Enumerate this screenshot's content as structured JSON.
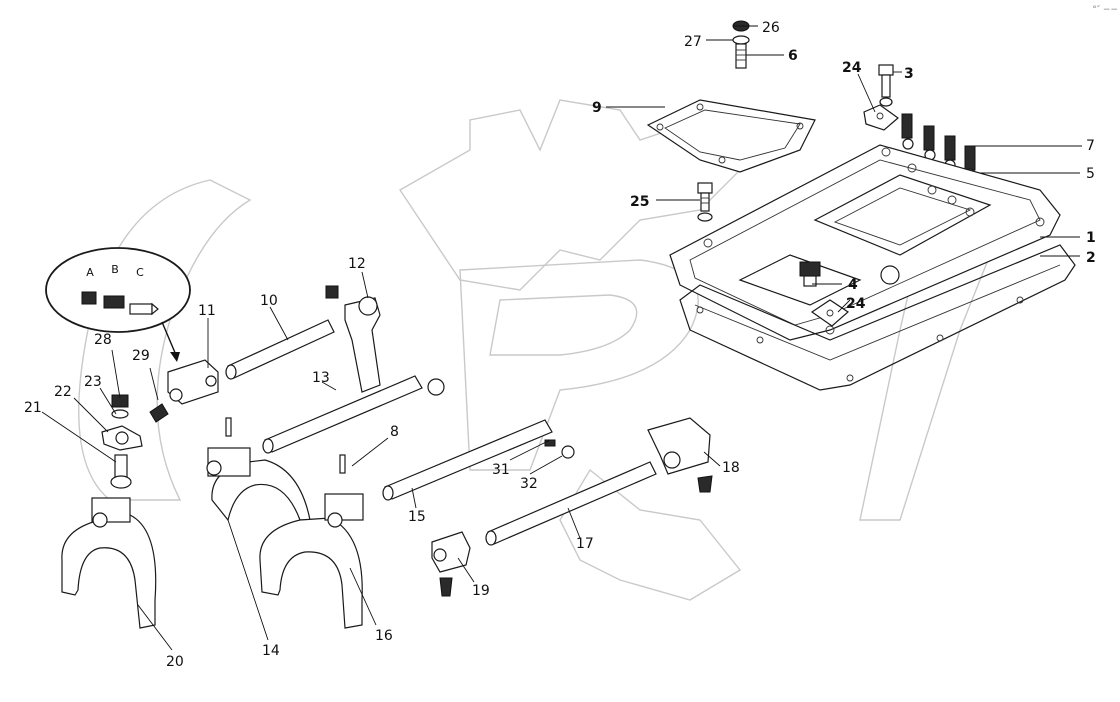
{
  "watermark": {
    "text": "OPEX",
    "color": "#cdcdcd"
  },
  "corner_mark": "°″ −−",
  "callouts": [
    {
      "id": "c1",
      "text": "1",
      "bold": true
    },
    {
      "id": "c2",
      "text": "2",
      "bold": true
    },
    {
      "id": "c3",
      "text": "3",
      "bold": true
    },
    {
      "id": "c4",
      "text": "4",
      "bold": true
    },
    {
      "id": "c5",
      "text": "5",
      "bold": false
    },
    {
      "id": "c6",
      "text": "6",
      "bold": true
    },
    {
      "id": "c7",
      "text": "7",
      "bold": false
    },
    {
      "id": "c8",
      "text": "8",
      "bold": false
    },
    {
      "id": "c9",
      "text": "9",
      "bold": true
    },
    {
      "id": "c10",
      "text": "10",
      "bold": false
    },
    {
      "id": "c11",
      "text": "11",
      "bold": false
    },
    {
      "id": "c12",
      "text": "12",
      "bold": false
    },
    {
      "id": "c13",
      "text": "13",
      "bold": false
    },
    {
      "id": "c14",
      "text": "14",
      "bold": false
    },
    {
      "id": "c15",
      "text": "15",
      "bold": false
    },
    {
      "id": "c16",
      "text": "16",
      "bold": false
    },
    {
      "id": "c17",
      "text": "17",
      "bold": false
    },
    {
      "id": "c18",
      "text": "18",
      "bold": false
    },
    {
      "id": "c19",
      "text": "19",
      "bold": false
    },
    {
      "id": "c20",
      "text": "20",
      "bold": false
    },
    {
      "id": "c21",
      "text": "21",
      "bold": false
    },
    {
      "id": "c22",
      "text": "22",
      "bold": false
    },
    {
      "id": "c23",
      "text": "23",
      "bold": false
    },
    {
      "id": "c24a",
      "text": "24",
      "bold": true
    },
    {
      "id": "c24b",
      "text": "24",
      "bold": true
    },
    {
      "id": "c25",
      "text": "25",
      "bold": true
    },
    {
      "id": "c26",
      "text": "26",
      "bold": false
    },
    {
      "id": "c27",
      "text": "27",
      "bold": false
    },
    {
      "id": "c28",
      "text": "28",
      "bold": false
    },
    {
      "id": "c29",
      "text": "29",
      "bold": false
    },
    {
      "id": "c31",
      "text": "31",
      "bold": false
    },
    {
      "id": "c32",
      "text": "32",
      "bold": false
    }
  ],
  "detail_inset": {
    "labels": [
      "A",
      "B",
      "C"
    ]
  }
}
